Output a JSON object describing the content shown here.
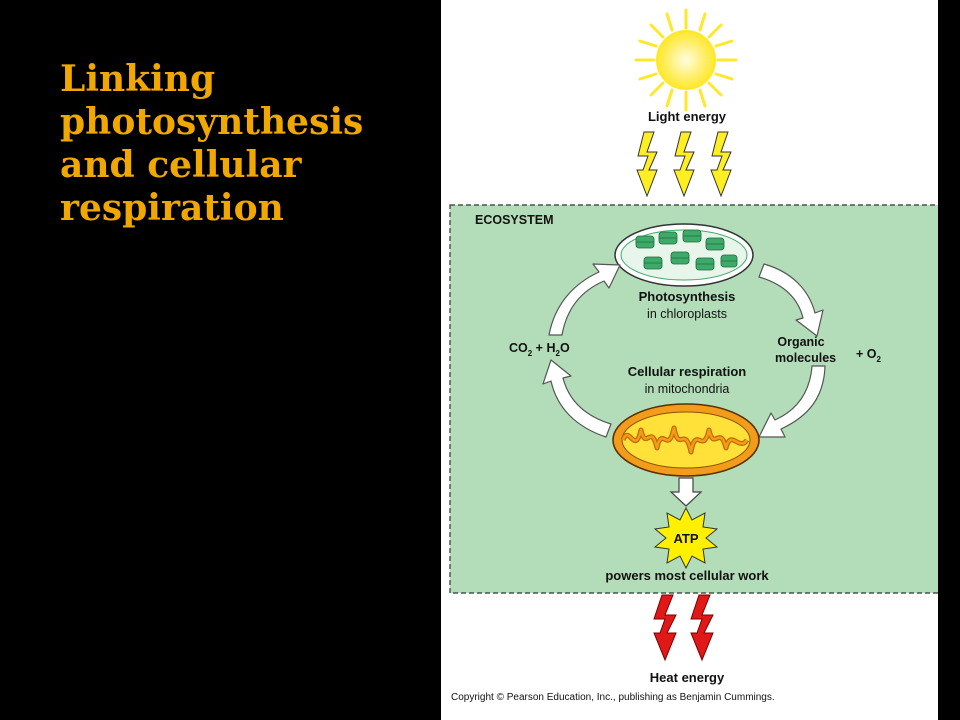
{
  "slide": {
    "title_lines": [
      "Linking",
      "photosynthesis",
      "and cellular",
      "respiration"
    ]
  },
  "diagram": {
    "light_label": "Light energy",
    "ecosystem_label": "ECOSYSTEM",
    "photosynthesis_title": "Photosynthesis",
    "photosynthesis_sub": "in chloroplasts",
    "left_inputs": {
      "co": "CO",
      "co_sub": "2",
      "plus": " + H",
      "h_sub": "2",
      "o": "O"
    },
    "right_products": {
      "line1": "Organic",
      "line2": "molecules",
      "plus_o": "+ O",
      "o_sub": "2"
    },
    "respiration_title": "Cellular respiration",
    "respiration_sub": "in mitochondria",
    "atp_label": "ATP",
    "atp_caption": "powers most cellular work",
    "heat_label": "Heat energy",
    "copyright": "Copyright © Pearson Education, Inc., publishing as Benjamin Cummings.",
    "colors": {
      "title": "#F0A800",
      "ecosystem_fill": "#B3DDB9",
      "sun": "#FFE82A",
      "light_bolt": "#FFEE22",
      "heat_bolt": "#E01818",
      "mitochondrion": "#F39C1C",
      "chloroplast": "#3DAA6A",
      "atp_burst": "#FFF000"
    }
  }
}
